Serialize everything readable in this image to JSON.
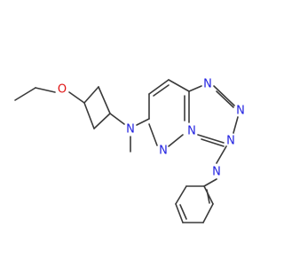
{
  "colors": {
    "bond": "#3a3a3a",
    "nitrogen": "#1f1fe0",
    "oxygen": "#e01414",
    "background": "#ffffff"
  },
  "atom_labels": {
    "o_ether": "O",
    "n_amine": "N",
    "n_triazole_1": "N",
    "n_triazole_2": "N",
    "n_bridge": "N",
    "n_pyridazine": "N",
    "n_triazole_3": "N",
    "n_pyridine": "N"
  }
}
